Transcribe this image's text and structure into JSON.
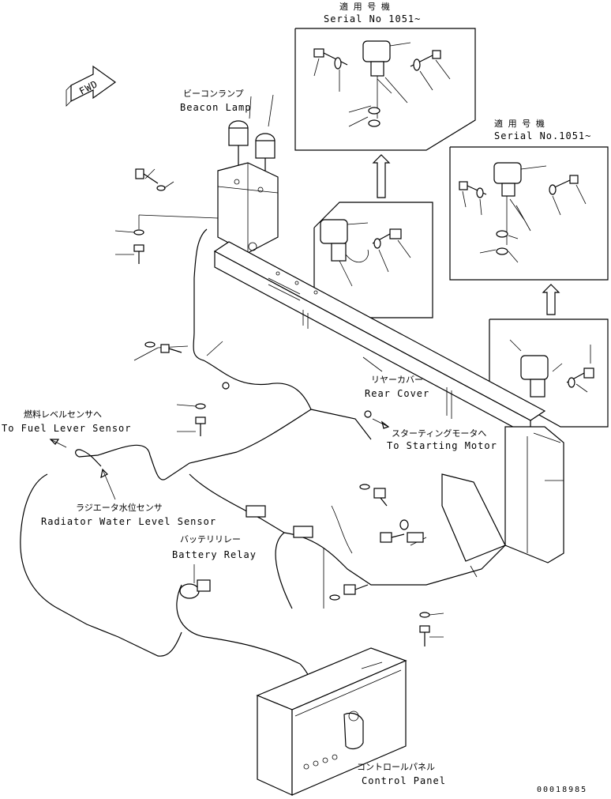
{
  "fwd_label": "FWD",
  "insets": [
    {
      "jp": "適 用 号 機",
      "en": "Serial No 1051~"
    },
    {
      "jp": "適 用 号 機",
      "en": "Serial No.1051~"
    }
  ],
  "callouts": {
    "beacon_lamp": {
      "jp": "ビーコンランプ",
      "en": "Beacon Lamp"
    },
    "rear_cover": {
      "jp": "リヤーカバー",
      "en": "Rear Cover"
    },
    "fuel_lever_sensor": {
      "jp": "燃料レベルセンサへ",
      "en": "To Fuel Lever Sensor"
    },
    "starting_motor": {
      "jp": "スターティングモータへ",
      "en": "To Starting Motor"
    },
    "radiator_sensor": {
      "jp": "ラジエータ水位センサ",
      "en": "Radiator Water Level Sensor"
    },
    "battery_relay": {
      "jp": "バッテリリレー",
      "en": "Battery Relay"
    },
    "control_panel": {
      "jp": "コントロールパネル",
      "en": "Control Panel"
    }
  },
  "drawing_number": "00018985"
}
